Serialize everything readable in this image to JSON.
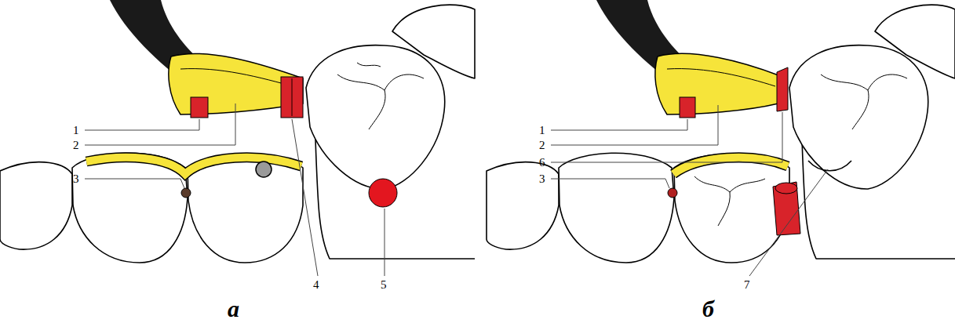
{
  "diagram": {
    "labels": [
      "1",
      "2",
      "3",
      "4",
      "5",
      "а",
      "1",
      "2",
      "6",
      "3",
      "7",
      "б"
    ]
  }
}
